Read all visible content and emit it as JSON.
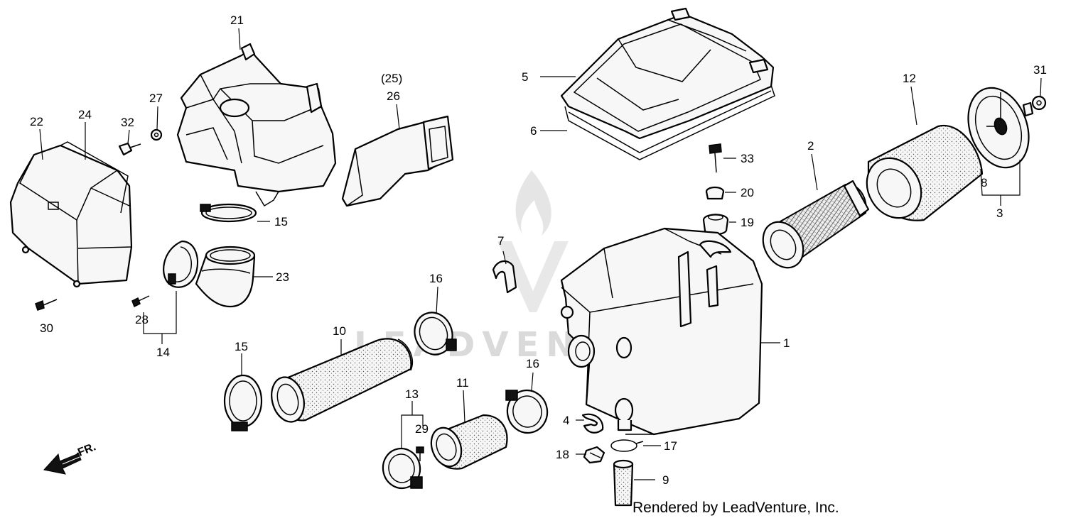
{
  "diagram": {
    "labels": {
      "l1": "1",
      "l2": "2",
      "l3": "3",
      "l4": "4",
      "l5": "5",
      "l6": "6",
      "l7": "7",
      "l8": "8",
      "l9": "9",
      "l10": "10",
      "l11": "11",
      "l12": "12",
      "l13": "13",
      "l14": "14",
      "l15a": "15",
      "l15b": "15",
      "l16a": "16",
      "l16b": "16",
      "l17": "17",
      "l18": "18",
      "l19": "19",
      "l20": "20",
      "l21": "21",
      "l22": "22",
      "l23": "23",
      "l24": "24",
      "l25": "(25)",
      "l26": "26",
      "l27": "27",
      "l28": "28",
      "l29": "29",
      "l30": "30",
      "l31": "31",
      "l32": "32",
      "l33": "33"
    },
    "front_indicator": "FR.",
    "watermark": "LEADVENTURE",
    "credit": "Rendered by LeadVenture, Inc."
  },
  "colors": {
    "ink": "#000000",
    "paper": "#ffffff",
    "watermark": "#d6d6d6"
  }
}
